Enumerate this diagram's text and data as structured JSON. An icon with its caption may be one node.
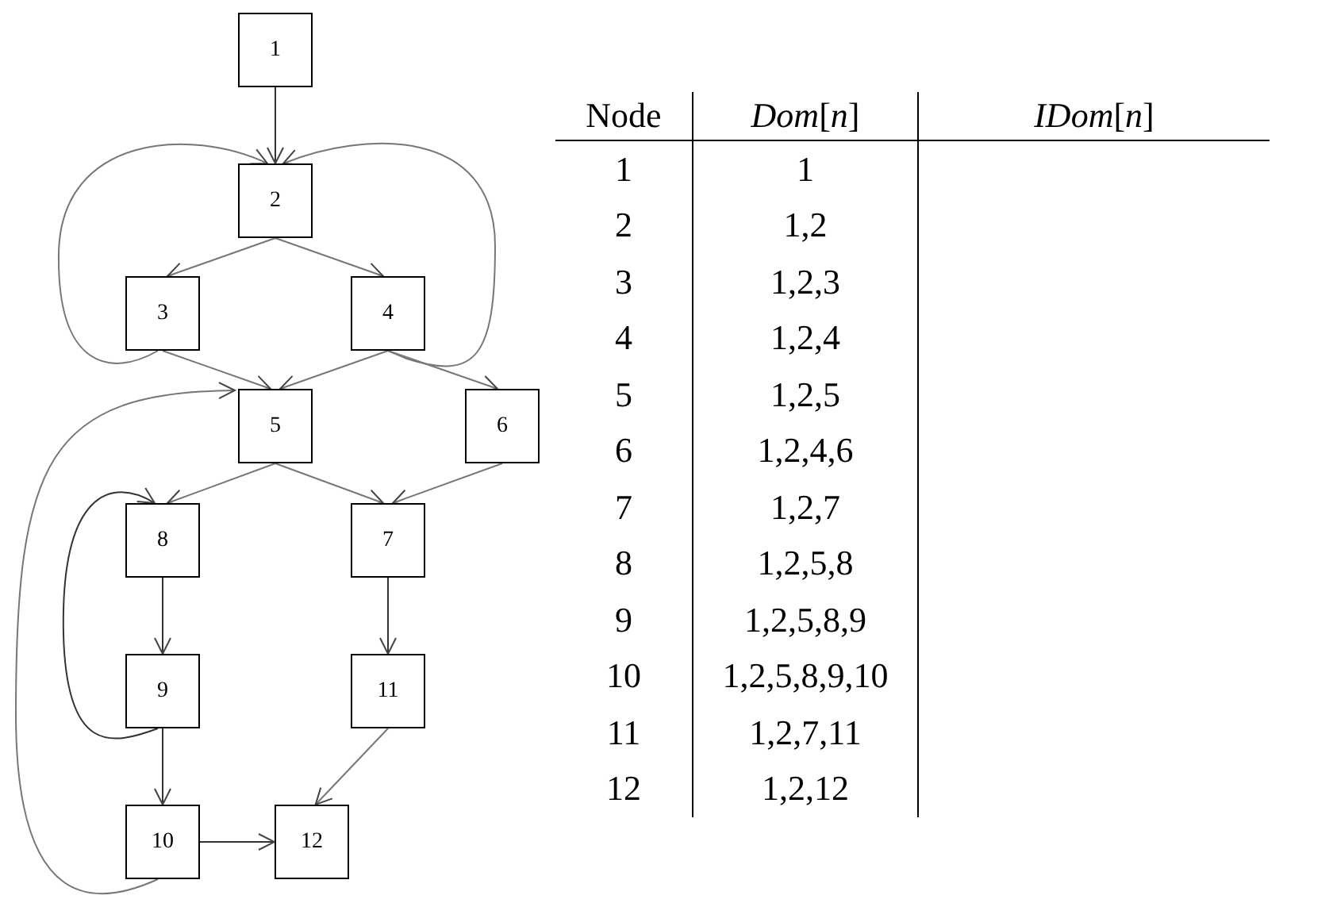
{
  "diagram": {
    "nodes": [
      {
        "text": [
          "1"
        ]
      },
      {
        "text": [
          "2"
        ]
      },
      {
        "text": [
          "3"
        ]
      },
      {
        "text": [
          "4"
        ]
      },
      {
        "text": [
          "5"
        ]
      },
      {
        "text": [
          "6"
        ]
      },
      {
        "text": [
          "8"
        ]
      },
      {
        "text": [
          "7"
        ]
      },
      {
        "text": [
          "9"
        ]
      },
      {
        "text": [
          "11"
        ]
      },
      {
        "text": [
          "10"
        ]
      },
      {
        "text": [
          "12"
        ]
      }
    ],
    "edges": [
      {
        "from": 0,
        "to": 1,
        "arrow": "to"
      },
      {
        "from": 1,
        "to": 2,
        "arrow": "to"
      },
      {
        "from": 1,
        "to": 3,
        "arrow": "to"
      },
      {
        "from": 2,
        "to": 1,
        "arrow": "to"
      },
      {
        "from": 3,
        "to": 1,
        "arrow": "to"
      },
      {
        "from": 2,
        "to": 4,
        "arrow": "to"
      },
      {
        "from": 3,
        "to": 4,
        "arrow": "to"
      },
      {
        "from": 3,
        "to": 5,
        "arrow": "to"
      },
      {
        "from": 4,
        "to": 6,
        "arrow": "to"
      },
      {
        "from": 4,
        "to": 7,
        "arrow": "to"
      },
      {
        "from": 5,
        "to": 7,
        "arrow": "to"
      },
      {
        "from": 6,
        "to": 8,
        "arrow": "to"
      },
      {
        "from": 8,
        "to": 6,
        "arrow": "to"
      },
      {
        "from": 8,
        "to": 10,
        "arrow": "to"
      },
      {
        "from": 7,
        "to": 9,
        "arrow": "to"
      },
      {
        "from": 9,
        "to": 11,
        "arrow": "to"
      },
      {
        "from": 10,
        "to": 11,
        "arrow": "to"
      },
      {
        "from": 10,
        "to": 4,
        "arrow": "to"
      }
    ],
    "labels": [
      "Node",
      "*Dom*[*n*]",
      "*IDom*[*n*]",
      "1",
      "1",
      "2",
      "1,2",
      "3",
      "1,2,3",
      "4",
      "1,2,4",
      "5",
      "1,2,5",
      "6",
      "1,2,4,6",
      "7",
      "1,2,7",
      "8",
      "1,2,5,8",
      "9",
      "1,2,5,8,9",
      "10",
      "1,2,5,8,9,10",
      "11",
      "1,2,7,11",
      "12",
      "1,2,12"
    ]
  }
}
